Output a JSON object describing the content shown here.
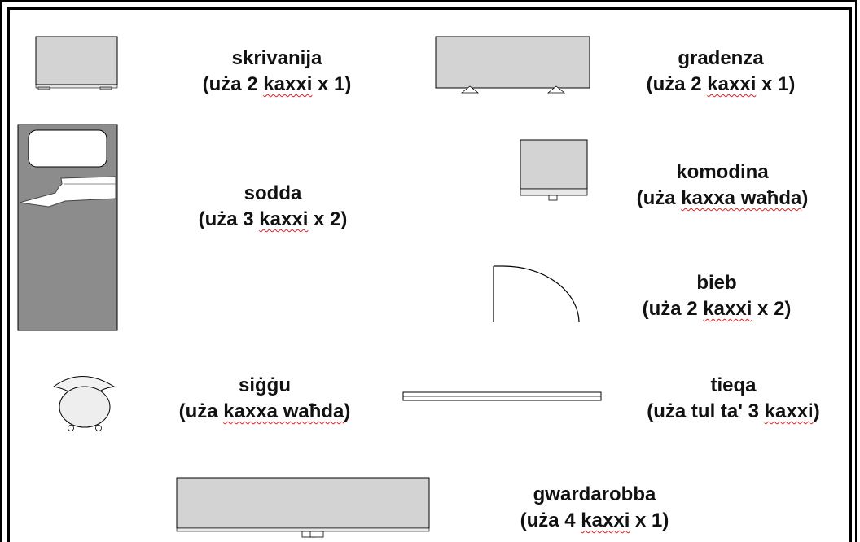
{
  "items": [
    {
      "name": "skrivanija",
      "prefix": "(uża 2 ",
      "word": "kaxxi",
      "suffix": " x 1)"
    },
    {
      "name": "gradenza",
      "prefix": "(uża 2 ",
      "word": "kaxxi",
      "suffix": " x 1)"
    },
    {
      "name": "sodda",
      "prefix": "(uża 3 ",
      "word": "kaxxi",
      "suffix": " x 2)"
    },
    {
      "name": "komodina",
      "prefix": "(uża ",
      "word": "kaxxa waħda",
      "suffix": ")"
    },
    {
      "name": "bieb",
      "prefix": "(uża 2 ",
      "word": "kaxxi",
      "suffix": " x 2)"
    },
    {
      "name": "siġġu",
      "prefix": "(uża ",
      "word": "kaxxa waħda",
      "suffix": ")"
    },
    {
      "name": "tieqa",
      "prefix": "(uża tul ta' 3 ",
      "word": "kaxxi",
      "suffix": ")"
    },
    {
      "name": "gwardarobba",
      "prefix": "(uża  4 ",
      "word": "kaxxi",
      "suffix": " x 1)"
    }
  ],
  "colors": {
    "furniture_fill": "#d3d3d3",
    "bed_fill": "#8c8c8c",
    "outline": "#000000",
    "spell_underline": "#e02020"
  },
  "icon_names": [
    "desk-icon",
    "sideboard-icon",
    "bed-icon",
    "nightstand-icon",
    "door-icon",
    "chair-icon",
    "window-icon",
    "wardrobe-icon"
  ]
}
